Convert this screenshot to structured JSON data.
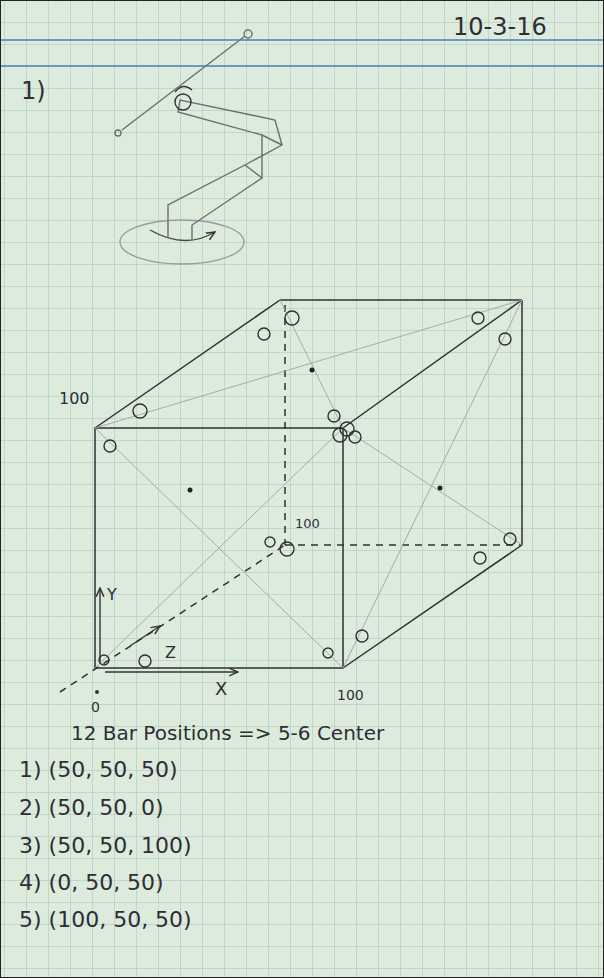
{
  "diagram": {
    "labels": [
      "10-3-16",
      "1)",
      "100",
      "100",
      "Y",
      "Z",
      "X",
      "0",
      "100",
      "12 Bar Positions => 5-6 Center",
      "1) (50, 50, 50)",
      "2) (50, 50, 0)",
      "3) (50, 50, 100)",
      "4) (0, 50, 50)",
      "5) (100, 50, 50)"
    ]
  }
}
